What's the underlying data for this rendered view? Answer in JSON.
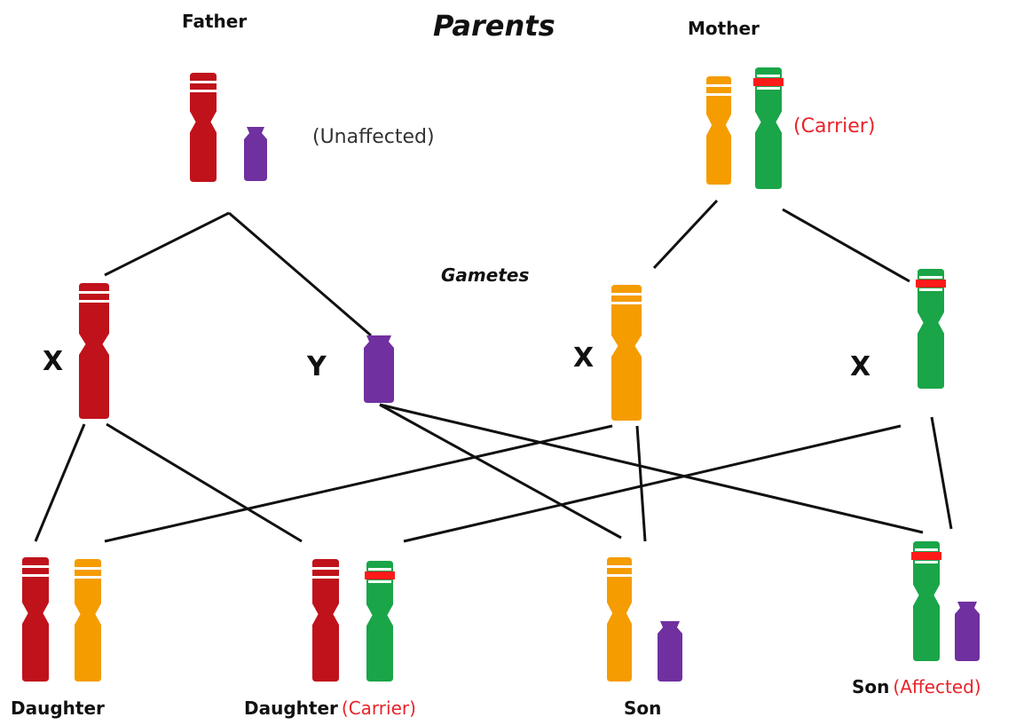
{
  "title": "Parents",
  "parents": {
    "father": {
      "label": "Father",
      "status": "(Unaffected)"
    },
    "mother": {
      "label": "Mother",
      "status": "(Carrier)"
    }
  },
  "gametes": {
    "label": "Gametes",
    "father_x": "X",
    "father_y": "Y",
    "mother_x1": "X",
    "mother_x2": "X"
  },
  "offspring": {
    "o1": {
      "label": "Daughter",
      "status": ""
    },
    "o2": {
      "label": "Daughter",
      "status": "(Carrier)"
    },
    "o3": {
      "label": "Son",
      "status": ""
    },
    "o4": {
      "label": "Son",
      "status": "(Affected)"
    }
  },
  "colors": {
    "father_x": "#c0121b",
    "y": "#7030a0",
    "mother_x_normal": "#f59c00",
    "mother_x_mutant": "#1aa548",
    "mutation_band": "#ff1a1a",
    "status_unaffected": "#333333",
    "status_highlight": "#e8232a"
  }
}
